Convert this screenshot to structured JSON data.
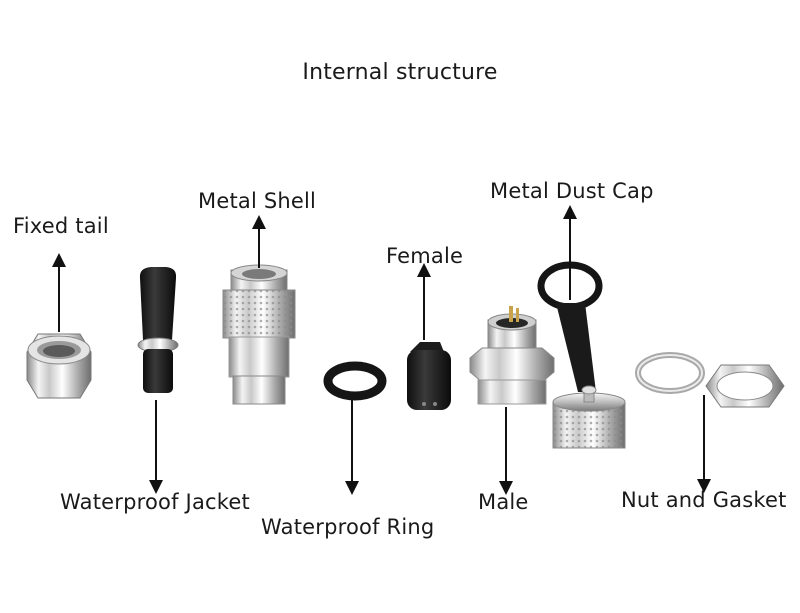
{
  "title": "Internal structure",
  "labels": {
    "fixed_tail": "Fixed tail",
    "metal_shell": "Metal Shell",
    "female": "Female",
    "metal_dust_cap": "Metal Dust Cap",
    "waterproof_jacket": "Waterproof Jacket",
    "waterproof_ring": "Waterproof Ring",
    "male": "Male",
    "nut_and_gasket": "Nut and Gasket"
  },
  "colors": {
    "background": "#ffffff",
    "text": "#1a1a1a",
    "chrome_light": "#f2f2f2",
    "chrome_dark": "#7d7d7d",
    "rubber_black": "#161616"
  }
}
